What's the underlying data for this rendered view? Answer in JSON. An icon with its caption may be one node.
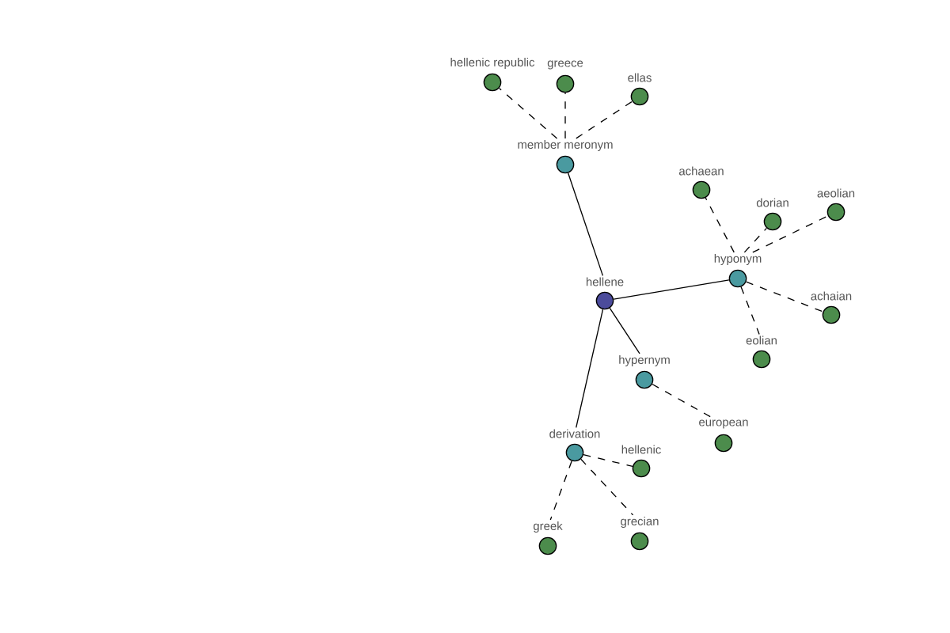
{
  "diagram": {
    "nodes": [
      {
        "text": [
          "hellene"
        ]
      },
      {
        "text": [
          "member meronym"
        ]
      },
      {
        "text": [
          "hellenic republic"
        ]
      },
      {
        "text": [
          "greece"
        ]
      },
      {
        "text": [
          "ellas"
        ]
      },
      {
        "text": [
          "hyponym"
        ]
      },
      {
        "text": [
          "achaean"
        ]
      },
      {
        "text": [
          "dorian"
        ]
      },
      {
        "text": [
          "aeolian"
        ]
      },
      {
        "text": [
          "achaian"
        ]
      },
      {
        "text": [
          "eolian"
        ]
      },
      {
        "text": [
          "hypernym"
        ]
      },
      {
        "text": [
          "european"
        ]
      },
      {
        "text": [
          "derivation"
        ]
      },
      {
        "text": [
          "hellenic"
        ]
      },
      {
        "text": [
          "greek"
        ]
      },
      {
        "text": [
          "grecian"
        ]
      }
    ],
    "edges": [
      {
        "from": 0,
        "to": 1,
        "arrow": "none"
      },
      {
        "from": 0,
        "to": 5,
        "arrow": "none"
      },
      {
        "from": 0,
        "to": 11,
        "arrow": "none"
      },
      {
        "from": 0,
        "to": 13,
        "arrow": "none"
      },
      {
        "from": 1,
        "to": 2,
        "arrow": "none",
        "style": "dashed"
      },
      {
        "from": 1,
        "to": 3,
        "arrow": "none",
        "style": "dashed"
      },
      {
        "from": 1,
        "to": 4,
        "arrow": "none",
        "style": "dashed"
      },
      {
        "from": 5,
        "to": 6,
        "arrow": "none",
        "style": "dashed"
      },
      {
        "from": 5,
        "to": 7,
        "arrow": "none",
        "style": "dashed"
      },
      {
        "from": 5,
        "to": 8,
        "arrow": "none",
        "style": "dashed"
      },
      {
        "from": 5,
        "to": 9,
        "arrow": "none",
        "style": "dashed"
      },
      {
        "from": 5,
        "to": 10,
        "arrow": "none",
        "style": "dashed"
      },
      {
        "from": 11,
        "to": 12,
        "arrow": "none",
        "style": "dashed"
      },
      {
        "from": 13,
        "to": 14,
        "arrow": "none",
        "style": "dashed"
      },
      {
        "from": 13,
        "to": 15,
        "arrow": "none",
        "style": "dashed"
      },
      {
        "from": 13,
        "to": 16,
        "arrow": "none",
        "style": "dashed"
      }
    ]
  }
}
